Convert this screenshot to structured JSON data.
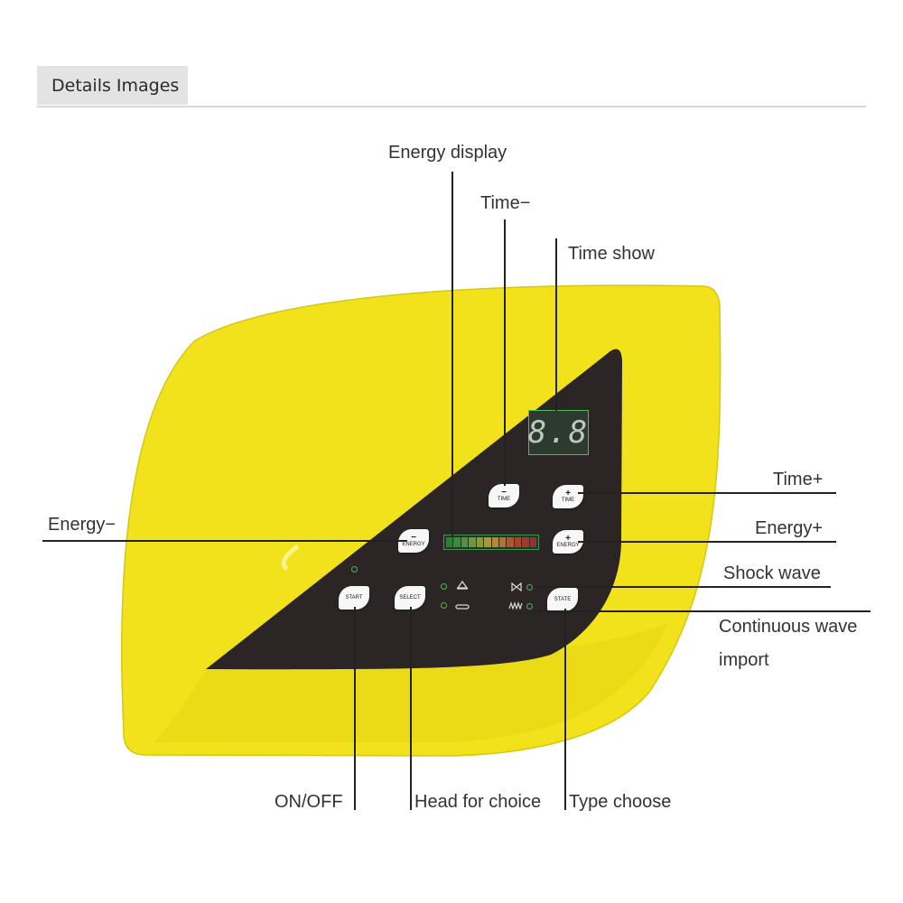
{
  "section": {
    "header": "Details Images"
  },
  "panel": {
    "display_value": "8.8",
    "buttons": {
      "time_minus": {
        "sign": "−",
        "text": "TIME"
      },
      "time_plus": {
        "sign": "+",
        "text": "TIME"
      },
      "energy_minus": {
        "sign": "−",
        "text": "ENERGY"
      },
      "energy_plus": {
        "sign": "+",
        "text": "ENERGY"
      },
      "start": {
        "text": "START"
      },
      "select": {
        "text": "SELECT"
      },
      "state": {
        "text": "STATE"
      }
    }
  },
  "callouts": {
    "energy_display": "Energy display",
    "time_minus": "Time−",
    "time_show": "Time show",
    "time_plus": "Time+",
    "energy_minus": "Energy−",
    "energy_plus": "Energy+",
    "shock_wave": "Shock wave",
    "continuous_wave": "Continuous wave",
    "import": "import",
    "on_off": "ON/OFF",
    "head_for_choice": "Head for choice",
    "type_choose": "Type choose"
  },
  "colors": {
    "body": "#f2e21c",
    "body_shadow": "#d9c90f",
    "panel": "#2b2526",
    "led": "#4fb34f"
  },
  "icons": [
    "triangle-head-icon",
    "flat-head-icon",
    "shock-wave-icon",
    "continuous-wave-icon"
  ]
}
